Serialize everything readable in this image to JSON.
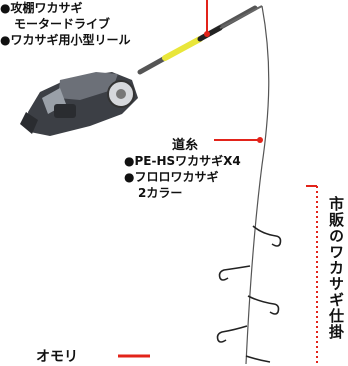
{
  "products": {
    "items": [
      {
        "bullet": "●",
        "line1": "攻棚ワカサギ",
        "line2": "モータードライブ"
      },
      {
        "bullet": "●",
        "line1": "ワカサギ用小型リール"
      }
    ]
  },
  "line_section": {
    "title": "道糸",
    "items": [
      {
        "bullet": "●",
        "text": "PE-HSワカサギX4"
      },
      {
        "bullet": "●",
        "text": "フロロワカサギ",
        "line2": "2カラー"
      }
    ]
  },
  "rig_label": "市販のワカサギ仕掛",
  "weight_label": "オモリ",
  "colors": {
    "accent_red": "#e2231a",
    "rod_yellow": "#e9e63a",
    "reel_body": "#3c3f45"
  }
}
